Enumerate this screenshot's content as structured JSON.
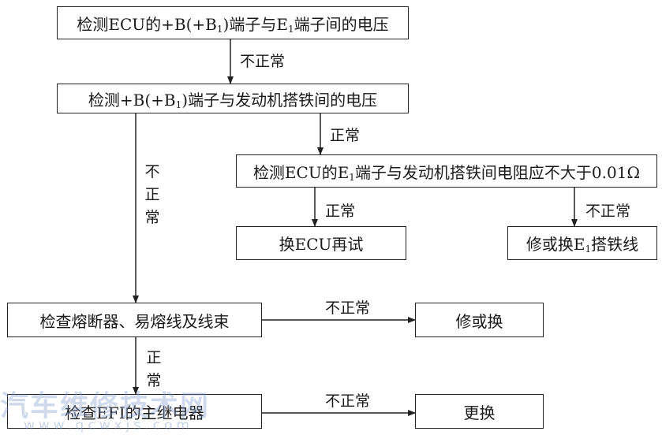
{
  "boxes": {
    "b1": {
      "pre": "检测ECU的+B(+B",
      "sub": "1",
      "post": ")端子与E",
      "sub2": "1",
      "post2": "端子间的电压"
    },
    "b2": {
      "pre": "检测+B(+B",
      "sub": "1",
      "post": ")端子与发动机搭铁间的电压"
    },
    "b3": {
      "pre": "检测ECU的E",
      "sub": "1",
      "post": "端子与发动机搭铁间电阻应不大于0.01Ω"
    },
    "b4": "换ECU再试",
    "b5": {
      "pre": "修或换E",
      "sub": "1",
      "post": "搭铁线"
    },
    "b6": "检查熔断器、易熔线及线束",
    "b7": "修或换",
    "b8": "检查EFI的主继电器",
    "b9": "更换"
  },
  "labels": {
    "abnormal": "不正常",
    "normal": "正常",
    "v_abnormal": [
      "不",
      "正",
      "常"
    ],
    "v_normal": [
      "正",
      "常"
    ]
  },
  "watermark": {
    "title": "汽车维修技术网",
    "url": "www.qcwxjs.com"
  }
}
